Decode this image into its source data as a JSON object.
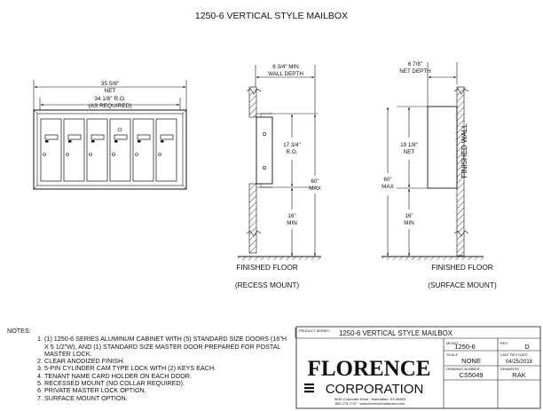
{
  "title": "1250-6 VERTICAL STYLE MAILBOX",
  "front_view": {
    "overall_width": "35 5/8\"",
    "overall_width_label": "NET",
    "ro_width": "34 1/8\" R.O.",
    "ro_width_label": "(AS REQUIRED)"
  },
  "recess_mount": {
    "wall_depth": "6 3/4\" MIN",
    "wall_depth_label": "WALL DEPTH",
    "height": "17 3/4\"",
    "height_label": "R.O.",
    "top_height": "60\"",
    "top_height_label": "MAX",
    "floor_height": "16\"",
    "floor_height_label": "MIN",
    "floor_label": "FINISHED FLOOR",
    "mount_label": "(RECESS MOUNT)"
  },
  "surface_mount": {
    "depth": "6 7/8\"",
    "depth_label": "NET DEPTH",
    "height": "19 1/8\"",
    "height_label": "NET",
    "top_height": "60\"",
    "top_height_label": "MAX",
    "floor_height": "16\"",
    "floor_height_label": "MIN",
    "wall_label": "FINISHED  WALL",
    "floor_label": "FINISHED FLOOR",
    "mount_label": "(SURFACE MOUNT)"
  },
  "notes": {
    "title": "NOTES:",
    "items": [
      "(1) 1250-6 SERIES ALUMINUM CABINET WITH (5) STANDARD SIZE DOORS (16\"H X 5 1/2\"W), AND (1) STANDARD SIZE MASTER DOOR PREPARED FOR POSTAL MASTER LOCK.",
      "CLEAR ANODIZED FINISH.",
      "5-PIN CYLINDER CAM TYPE LOCK WITH (2) KEYS EACH.",
      "TENANT NAME CARD HOLDER ON EACH DOOR.",
      "RECESSED MOUNT (NO COLLAR REQUIRED).",
      "PRIVATE MASTER LOCK OPTION.",
      "SURFACE MOUNT OPTION."
    ]
  },
  "title_block": {
    "product_series_label": "PRODUCT SERIES:",
    "product_series": "1250-6 VERTICAL STYLE MAILBOX",
    "model_label": "MODEL",
    "model": "1250-6",
    "rev_label": "REV",
    "rev": "D",
    "scale_label": "SCALE",
    "scale": "NONE",
    "last_rev_label": "LAST REV DATE",
    "last_rev": "04/25/2018",
    "drawing_number_label": "DRAWING NUMBER",
    "drawing_number": "CS5049",
    "drawn_by_label": "DRAWN BY",
    "drawn_by": "RAK",
    "company_line1": "FLORENCE",
    "company_line2": "CORPORATION",
    "address": "5935 Corporate Drive · Manhattan, KS 66503",
    "contact": "800.275.1747 · www.florencemailboxes.com"
  }
}
